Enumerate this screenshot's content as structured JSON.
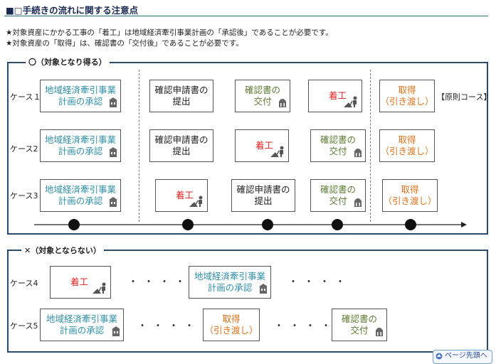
{
  "heading": "■□手続きの流れに関する注意点",
  "notes": [
    "★対象資産にかかる工事の「着工」は地域経済牽引事業計画の「承認後」であることが必要です。",
    "★対象資産の「取得」は、確認書の「交付後」であることが必要です。"
  ],
  "panel_ok": {
    "title": "〇（対象となり得る）",
    "rule_label": "【原則コース】",
    "cases": [
      "ケース１",
      "ケース2",
      "ケース3"
    ]
  },
  "panel_ng": {
    "title": "✕（対象とならない）",
    "cases": [
      "ケース4",
      "ケース5"
    ]
  },
  "labels": {
    "plan": "地域経済牽引事業\n計画の承認",
    "app": "確認申請書の\n提出",
    "conf": "確認書の\n交付",
    "start": "着工",
    "acq": "取得\n（引き渡し）"
  },
  "dots_text": "・・・・",
  "page_top_link": "ページ先頭へ",
  "colors": {
    "plan": "#2f8fa6",
    "conf": "#5c7a32",
    "start": "#e02020",
    "acq": "#e0701a",
    "frame": "#2c4a6b"
  },
  "icons": {
    "government": "building-icon",
    "construction": "construction-worker-icon"
  }
}
